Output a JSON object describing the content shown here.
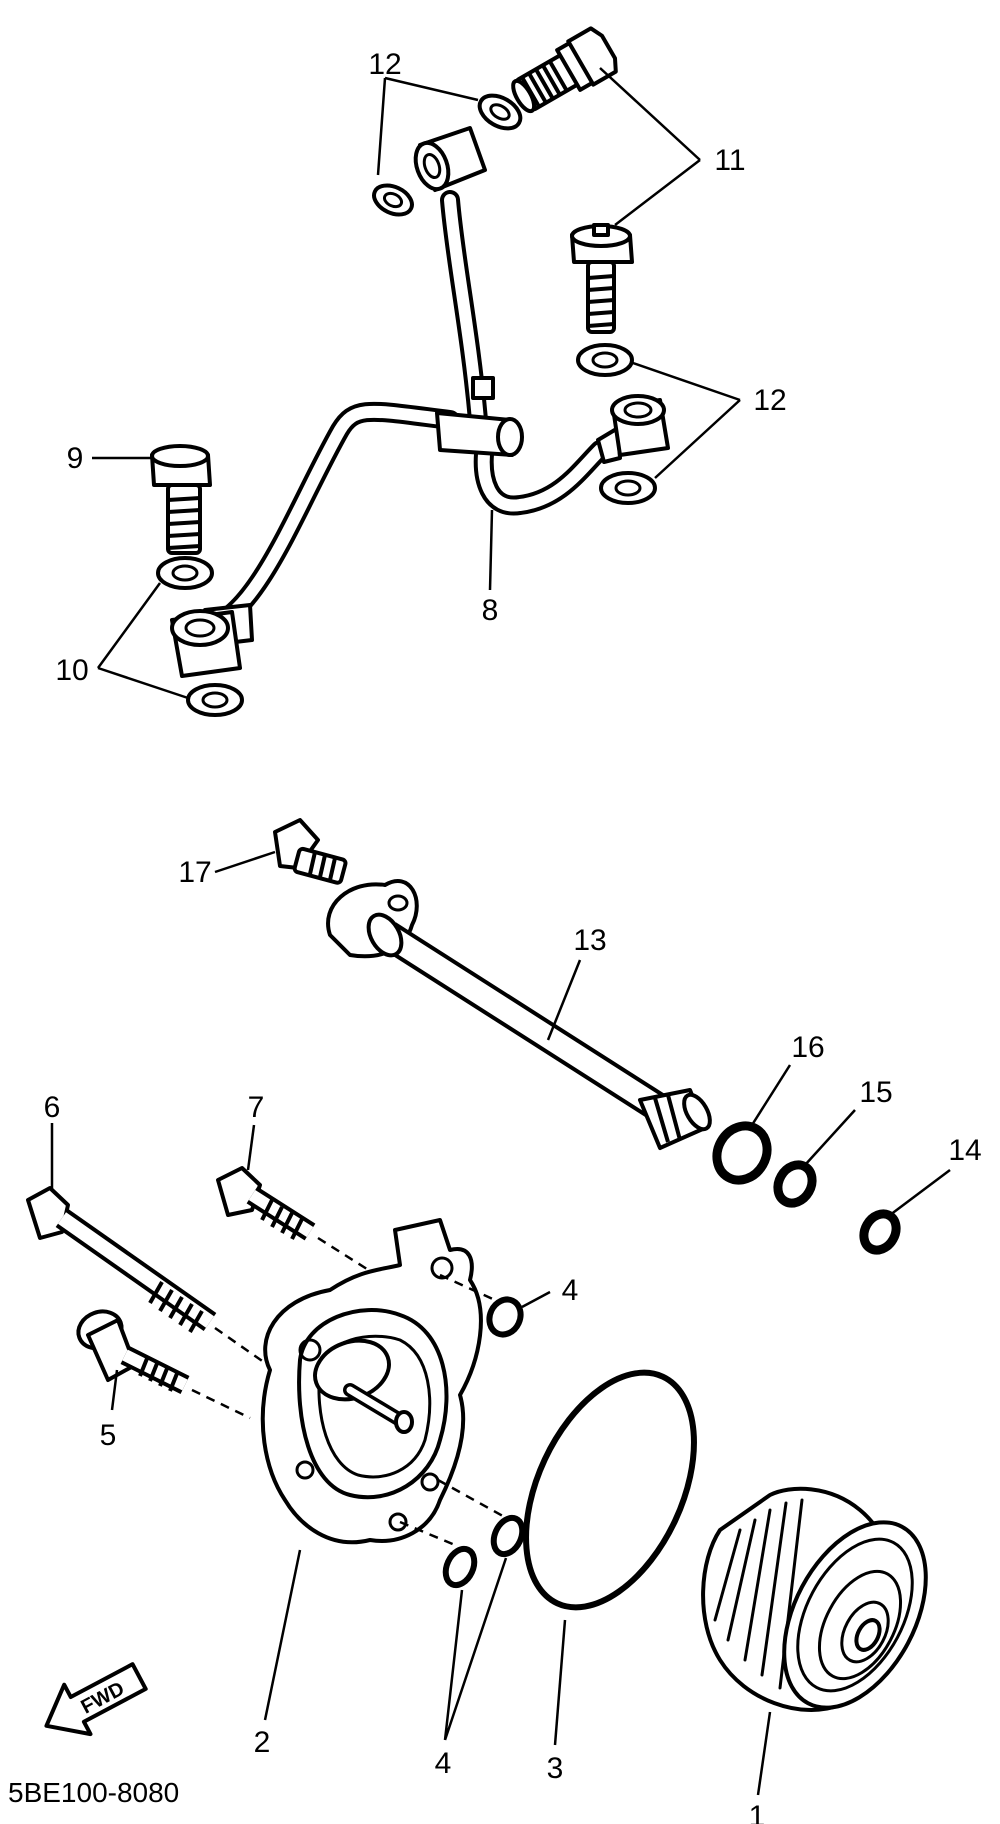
{
  "diagram_code": "5BE100-8080",
  "fwd_label": "FWD",
  "callouts": {
    "c1": "1",
    "c2": "2",
    "c3": "3",
    "c4a": "4",
    "c4b": "4",
    "c5": "5",
    "c6": "6",
    "c7": "7",
    "c8": "8",
    "c9": "9",
    "c10": "10",
    "c11": "11",
    "c12a": "12",
    "c12b": "12",
    "c13": "13",
    "c14": "14",
    "c15": "15",
    "c16": "16",
    "c17": "17"
  }
}
